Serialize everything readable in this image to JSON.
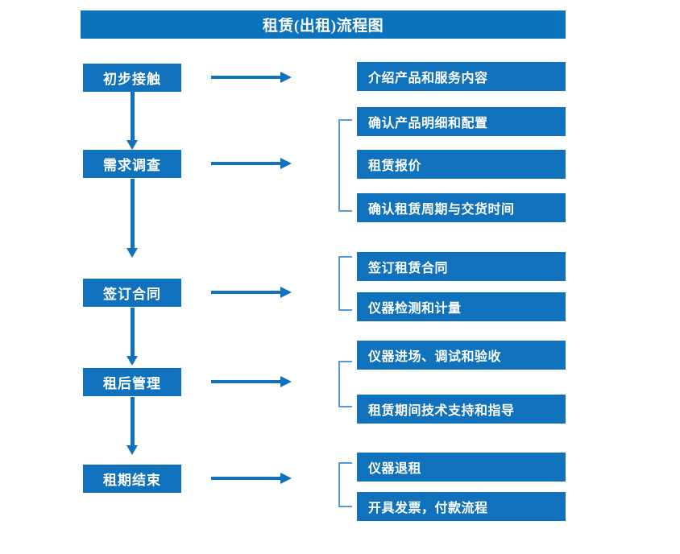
{
  "title": {
    "text": "租赁(出租)流程图"
  },
  "colors": {
    "box_blue": "#1071bd",
    "title_blue": "#0b72bd",
    "bracket_blue": "#5b9bd5",
    "background": "#ffffff"
  },
  "stages": [
    {
      "label": "初步接触",
      "details": [
        "介绍产品和服务内容"
      ]
    },
    {
      "label": "需求调查",
      "details": [
        "确认产品明细和配置",
        "租赁报价",
        "确认租赁周期与交货时间"
      ]
    },
    {
      "label": "签订合同",
      "details": [
        "签订租赁合同",
        "仪器检测和计量"
      ]
    },
    {
      "label": "租后管理",
      "details": [
        "仪器进场、调试和验收",
        "租赁期间技术支持和指导"
      ]
    },
    {
      "label": "租期结束",
      "details": [
        "仪器退租",
        "开具发票，付款流程"
      ]
    }
  ]
}
